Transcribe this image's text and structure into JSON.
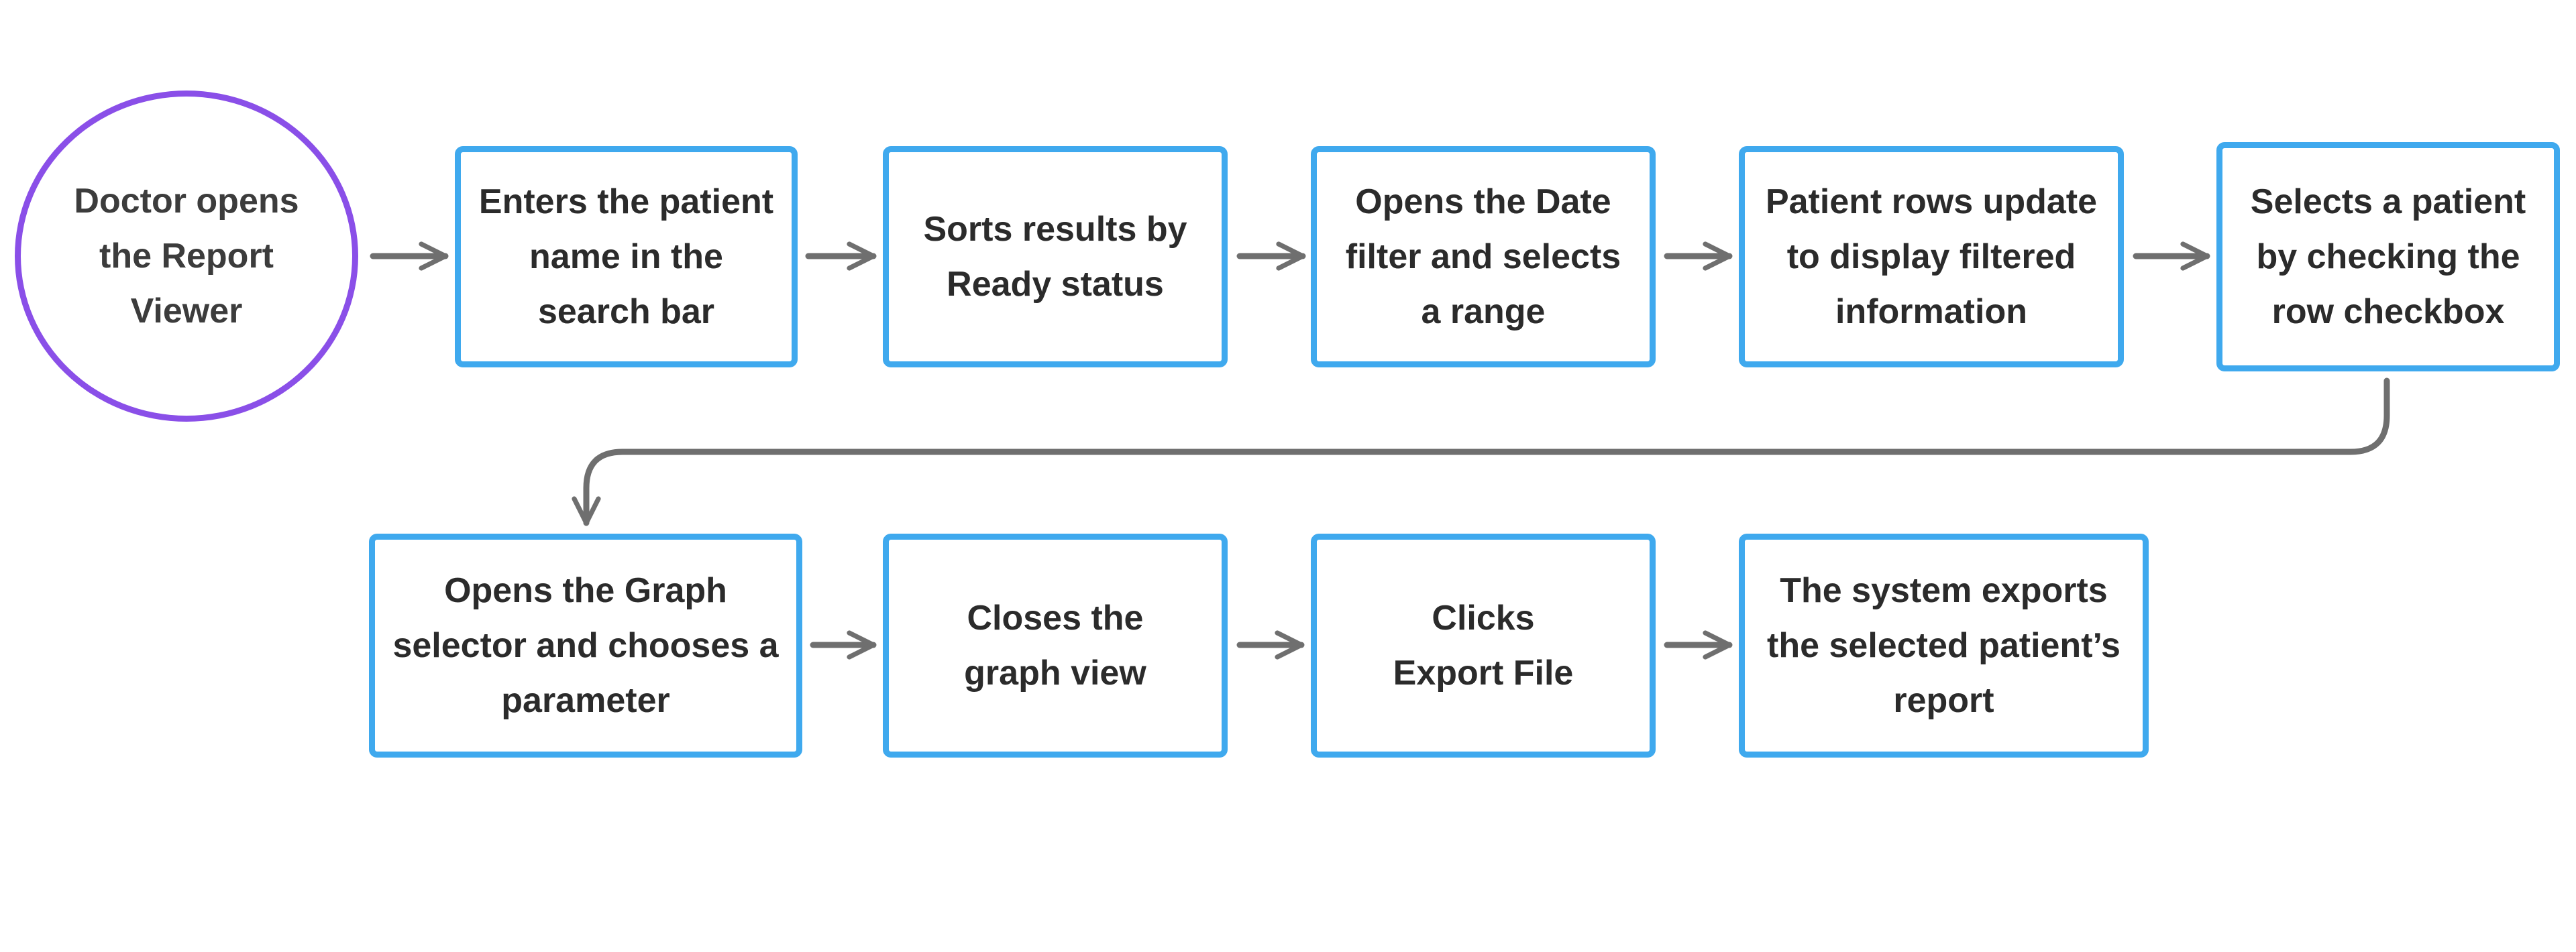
{
  "diagram": {
    "colors": {
      "start_border": "#8a4fe8",
      "step_border": "#3fa9ee",
      "connector": "#6f6f6f",
      "text": "#2b2b2b"
    },
    "start": {
      "label": "Doctor opens the Report Viewer"
    },
    "steps": [
      {
        "label": "Enters the patient name in the search bar"
      },
      {
        "label": "Sorts results by Ready status"
      },
      {
        "label": "Opens the Date filter and selects a range"
      },
      {
        "label": "Patient rows update to display filtered information"
      },
      {
        "label": "Selects a patient by checking the row checkbox"
      },
      {
        "label": "Opens the Graph selector and chooses a parameter"
      },
      {
        "label": "Closes the graph view"
      },
      {
        "label": "Clicks Export File"
      },
      {
        "label": "The system exports the selected patient’s report"
      }
    ]
  }
}
